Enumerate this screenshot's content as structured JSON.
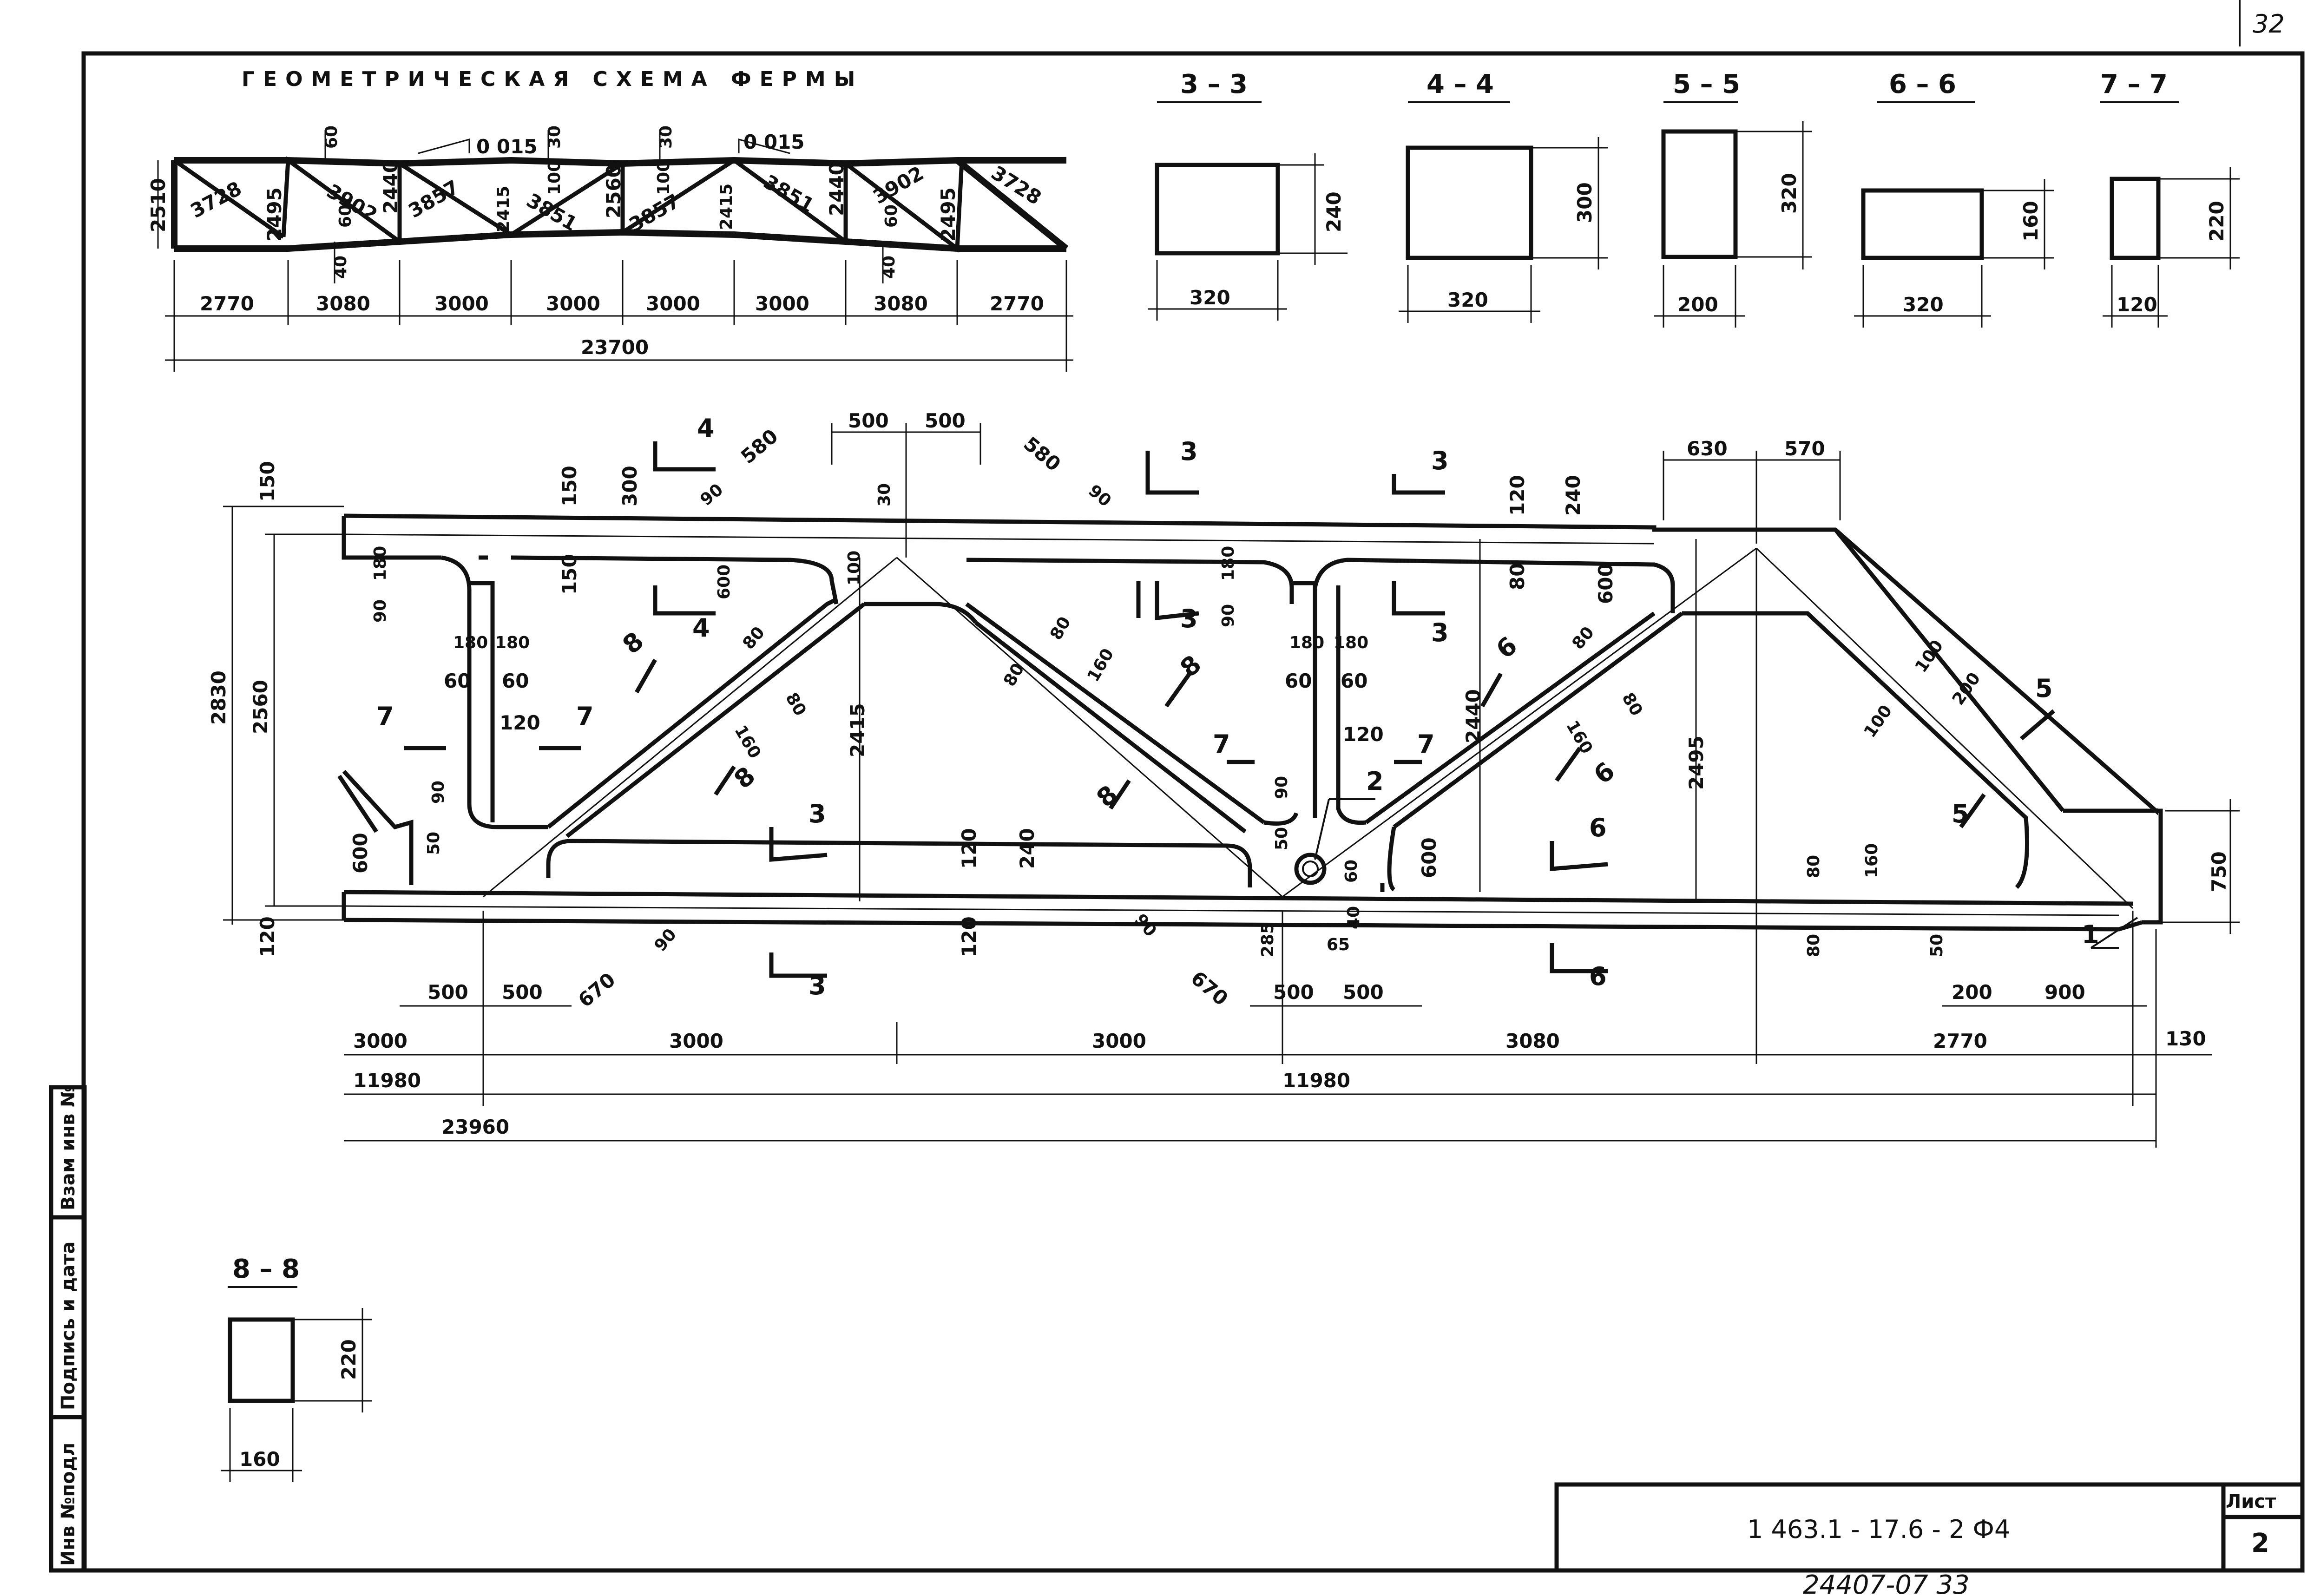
{
  "sheet_number_corner": "32",
  "geometric_scheme": {
    "title": "ГЕОМЕТРИЧЕСКАЯ СХЕМА ФЕРМЫ",
    "bays": [
      "2770",
      "3080",
      "3000",
      "3000",
      "3000",
      "3000",
      "3080",
      "2770"
    ],
    "total": "23700",
    "heights": [
      "2510",
      "2495",
      "2440",
      "2415",
      "2560",
      "2415",
      "2440",
      "2495"
    ],
    "member_lengths": [
      "3728",
      "3902",
      "3857",
      "3851",
      "3857",
      "3851",
      "3902",
      "3728"
    ],
    "slope": "0 015",
    "small_dims": [
      "60",
      "30",
      "30",
      "60",
      "40",
      "100",
      "100",
      "60",
      "40"
    ]
  },
  "sections": [
    {
      "label": "3 – 3",
      "width": "320",
      "height": "240"
    },
    {
      "label": "4 – 4",
      "width": "320",
      "height": "300"
    },
    {
      "label": "5 – 5",
      "width": "200",
      "height": "320"
    },
    {
      "label": "6 – 6",
      "width": "320",
      "height": "160"
    },
    {
      "label": "7 – 7",
      "width": "120",
      "height": "220"
    },
    {
      "label": "8 – 8",
      "width": "160",
      "height": "220"
    }
  ],
  "truss": {
    "overall_height": "2830",
    "inner_height": "2560",
    "cut_marks": [
      "3",
      "4",
      "5",
      "6",
      "7",
      "8"
    ],
    "pos_labels": [
      "1",
      "2"
    ],
    "dims_top": [
      "500",
      "500",
      "580",
      "580",
      "630",
      "570",
      "150",
      "150",
      "300",
      "120",
      "240",
      "90",
      "90",
      "30"
    ],
    "dims_inner": [
      "180",
      "90",
      "180",
      "180",
      "60",
      "60",
      "120",
      "90",
      "50",
      "600",
      "150",
      "100",
      "600",
      "80",
      "80",
      "160",
      "2415",
      "2440",
      "2495",
      "100",
      "100",
      "200",
      "120",
      "240",
      "80",
      "160",
      "60",
      "40",
      "65",
      "285",
      "670",
      "90",
      "670",
      "90",
      "50",
      "750",
      "120"
    ],
    "dims_bottom": [
      "500",
      "500",
      "500",
      "500",
      "200",
      "900",
      "130"
    ],
    "chain1": [
      "3000",
      "3000",
      "3000",
      "3080",
      "2770"
    ],
    "chain2": [
      "11980",
      "11980"
    ],
    "chain3": "23960"
  },
  "left_stamp": {
    "col1": "Инв №подл",
    "col2": "Подпись и дата",
    "col3": "Взам инв №"
  },
  "title_block": {
    "code": "1 463.1 - 17.6 - 2 Ф4",
    "sheet_label": "Лист",
    "sheet_no": "2"
  },
  "footer": "24407-07   33"
}
